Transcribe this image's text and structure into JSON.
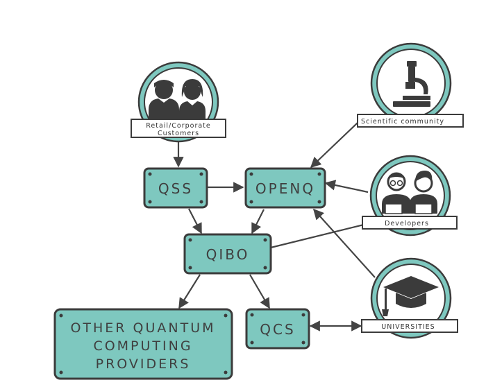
{
  "colors": {
    "teal": "#7ec8bf",
    "dark": "#3b3b3b",
    "ring": "#7ec8bf",
    "white": "#ffffff"
  },
  "nodes": {
    "qss": "QSS",
    "openq": "OPENQ",
    "qibo": "QIBO",
    "qcs": "QCS",
    "other_line1": "OTHER QUANTUM",
    "other_line2": "COMPUTING",
    "other_line3": "PROVIDERS"
  },
  "actors": {
    "customers_line1": "Retail/Corporate",
    "customers_line2": "Customers",
    "scientific": "Scientific community",
    "developers": "Developers",
    "universities": "UNIVERSITIES"
  },
  "icons": {
    "customers": "people-icon",
    "scientific": "microscope-icon",
    "developers": "developers-icon",
    "universities": "graduation-cap-icon"
  }
}
